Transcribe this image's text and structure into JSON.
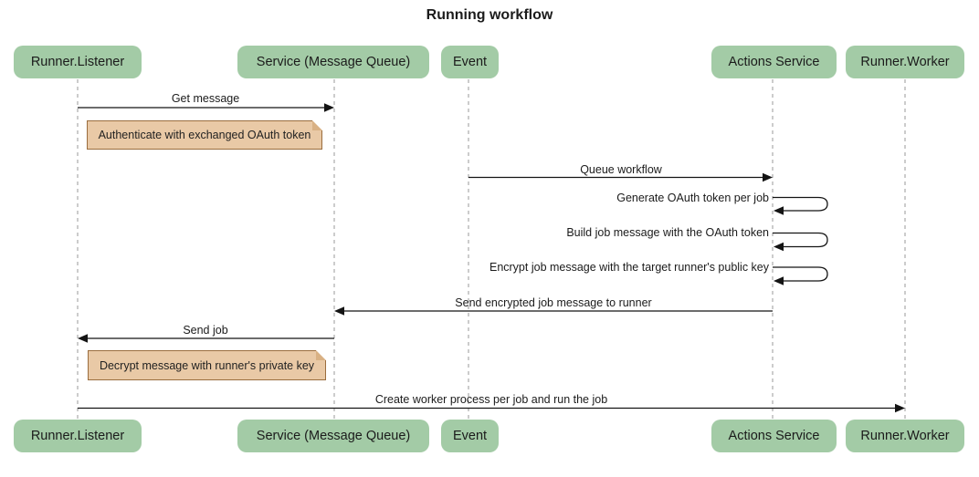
{
  "title": "Running workflow",
  "actors": [
    {
      "label": "Runner.Listener"
    },
    {
      "label": "Service (Message Queue)"
    },
    {
      "label": "Event"
    },
    {
      "label": "Actions Service"
    },
    {
      "label": "Runner.Worker"
    }
  ],
  "messages": [
    {
      "label": "Get message",
      "from": "Runner.Listener",
      "to": "Service (Message Queue)",
      "kind": "solid-arrow"
    },
    {
      "label": "Queue workflow",
      "from": "Event",
      "to": "Actions Service",
      "kind": "solid-arrow"
    },
    {
      "label": "Generate OAuth token per job",
      "from": "Actions Service",
      "to": "Actions Service",
      "kind": "self-arrow"
    },
    {
      "label": "Build job message with the OAuth token",
      "from": "Actions Service",
      "to": "Actions Service",
      "kind": "self-arrow"
    },
    {
      "label": "Encrypt job message with the target runner's public key",
      "from": "Actions Service",
      "to": "Actions Service",
      "kind": "self-arrow"
    },
    {
      "label": "Send encrypted job message to runner",
      "from": "Actions Service",
      "to": "Service (Message Queue)",
      "kind": "solid-arrow"
    },
    {
      "label": "Send job",
      "from": "Service (Message Queue)",
      "to": "Runner.Listener",
      "kind": "solid-arrow"
    },
    {
      "label": "Create worker process per job and run the job",
      "from": "Runner.Listener",
      "to": "Runner.Worker",
      "kind": "solid-arrow"
    }
  ],
  "notes": [
    {
      "label": "Authenticate with exchanged OAuth token",
      "position": "right of Runner.Listener"
    },
    {
      "label": "Decrypt message with runner's private key",
      "position": "right of Runner.Listener"
    }
  ],
  "colors": {
    "actor_fill": "#a3cba6",
    "note_fill": "#e9c9a6",
    "note_border": "#9a6d3e",
    "note_fold": "#d9b184",
    "lifeline": "#999999",
    "arrow": "#141414",
    "text": "#1b1b1b",
    "background": "#ffffff"
  }
}
